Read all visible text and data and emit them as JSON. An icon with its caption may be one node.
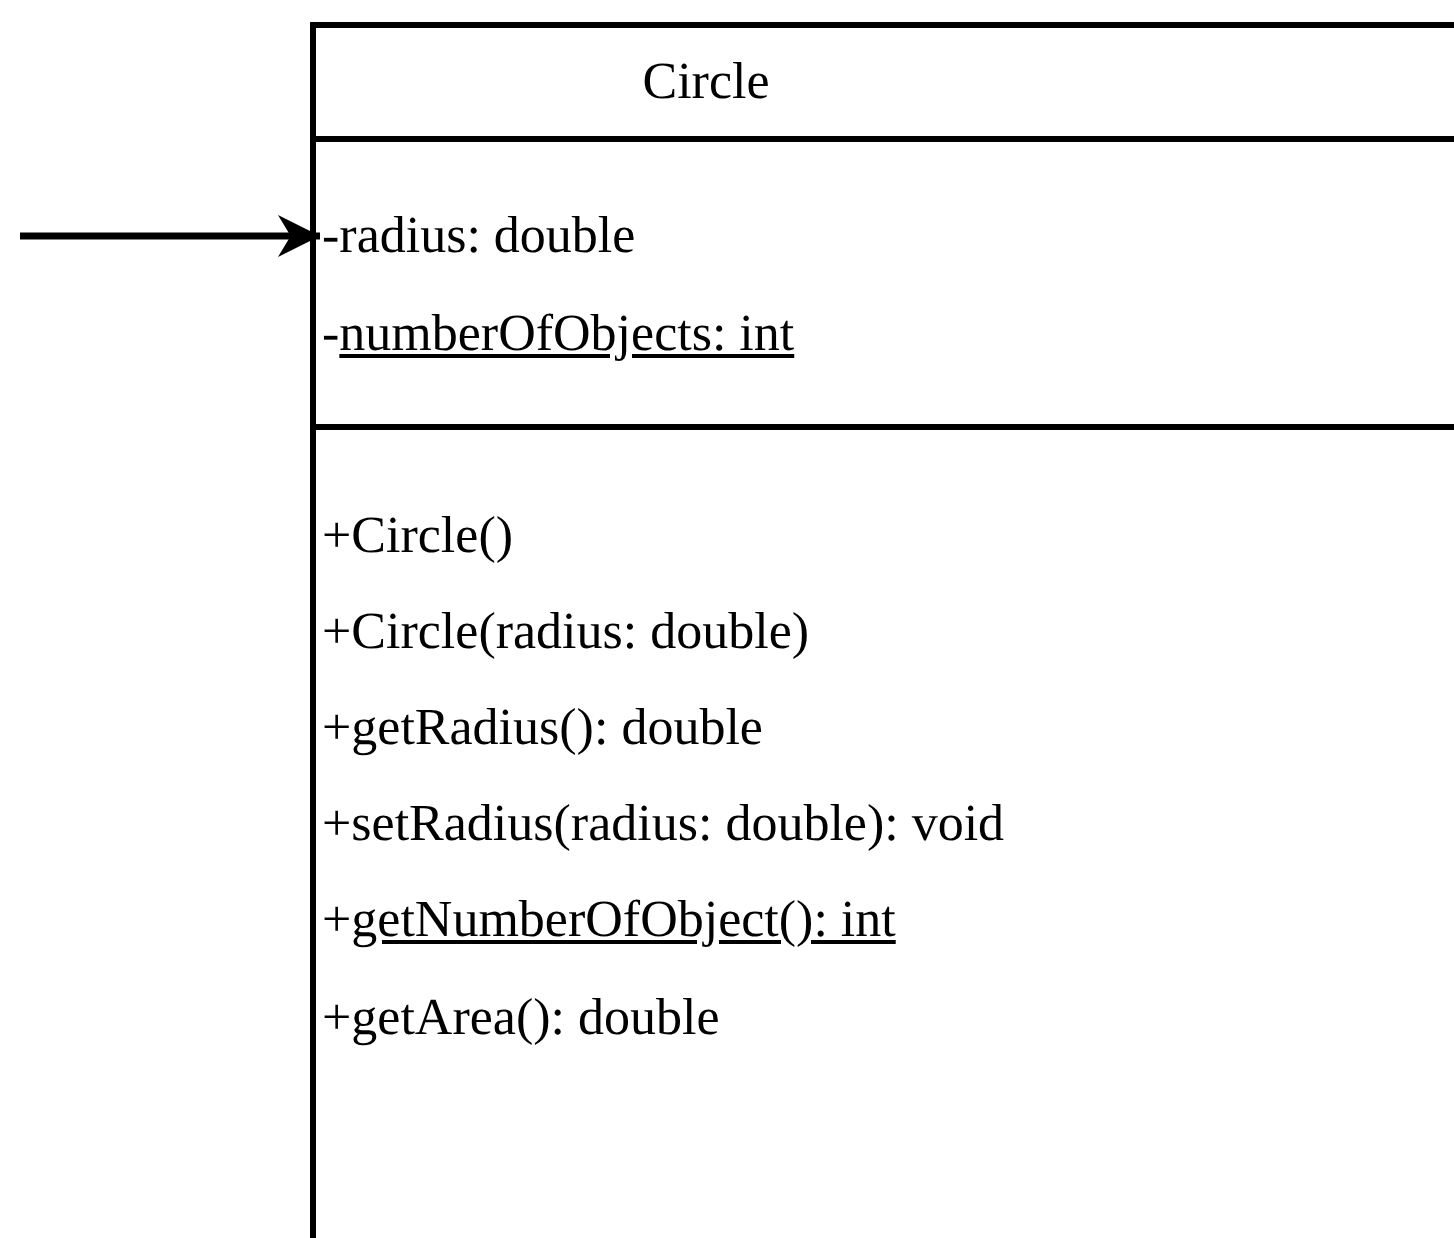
{
  "diagram": {
    "nodes": [
      {
        "text": [
          "Circle"
        ]
      },
      {
        "text": [
          "-radius: double"
        ],
        "in": 0
      },
      {
        "text": [
          "-numberOfObjects: int"
        ],
        "in": 0
      },
      {
        "text": [
          "+Circle()"
        ],
        "in": 0
      },
      {
        "text": [
          "+Circle(radius: double)"
        ],
        "in": 0
      },
      {
        "text": [
          "+getRadius(): double"
        ],
        "in": 0
      },
      {
        "text": [
          "+setRadius(radius: double): void"
        ],
        "in": 0
      },
      {
        "text": [
          "+getNumberOfObject(): int"
        ],
        "in": 0
      },
      {
        "text": [
          "+getArea(): double"
        ],
        "in": 0
      }
    ],
    "edges": [
      {
        "from": null,
        "to": 1,
        "arrow": "to"
      }
    ]
  }
}
